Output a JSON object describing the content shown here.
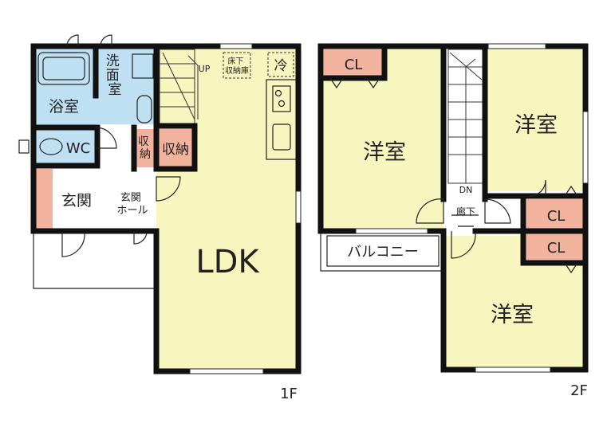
{
  "colors": {
    "ldk_floor": "#f7f6bf",
    "wet_area": "#bfe0f3",
    "storage": "#f2b39e",
    "hallway": "#ffffff",
    "wall": "#111111",
    "line": "#222222"
  },
  "floor1": {
    "label": "1F",
    "rooms": {
      "bath": "浴室",
      "washroom": "洗\n面\n室",
      "wc": "WC",
      "entrance": "玄関",
      "entrance_hall": "玄関\nホール",
      "storage_small": "収\n納",
      "storage": "収納",
      "ldk": "LDK"
    },
    "labels": {
      "up": "UP",
      "underfloor": "床下\n収納庫",
      "fridge": "冷"
    }
  },
  "floor2": {
    "label": "2F",
    "rooms": {
      "western_left": "洋室",
      "western_right_top": "洋室",
      "western_bottom": "洋室",
      "closet_left": "CL",
      "closet_right_top": "CL",
      "closet_right_bottom": "CL",
      "corridor": "廊下",
      "balcony": "バルコニー"
    },
    "labels": {
      "dn": "DN"
    }
  }
}
